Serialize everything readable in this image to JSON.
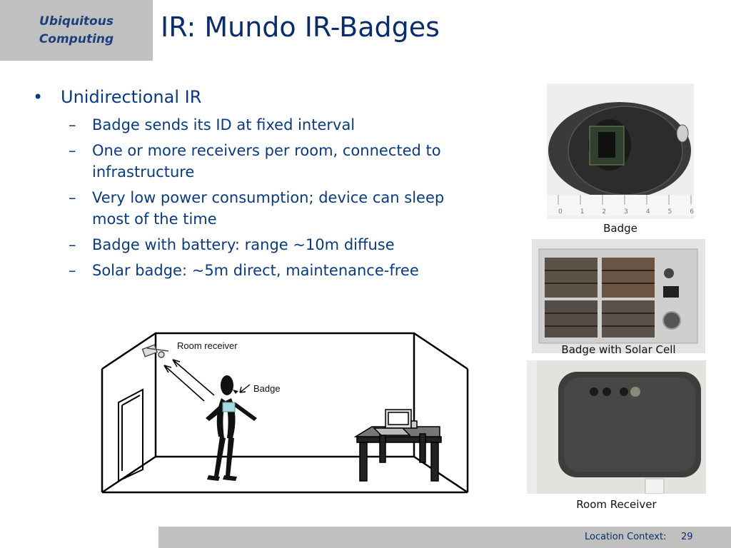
{
  "header": {
    "brand_line1": "Ubiquitous",
    "brand_line2": "Computing",
    "title": "IR: Mundo IR-Badges"
  },
  "content": {
    "main_bullet": "Unidirectional IR",
    "sub_bullets": [
      "Badge sends its ID at fixed interval",
      "One or more receivers per room, connected to infrastructure",
      "Very low power consumption; device can sleep most of the time",
      "Badge with battery: range ~10m diffuse",
      "Solar badge: ~5m direct, maintenance-free"
    ]
  },
  "diagram": {
    "room_receiver_label": "Room receiver",
    "badge_label": "Badge"
  },
  "photos": {
    "badge_caption": "Badge",
    "solar_caption": "Badge with Solar Cell",
    "receiver_caption": "Room Receiver",
    "ruler_digits": "0 1 2 3 4 5 6"
  },
  "footer": {
    "label": "Location Context:",
    "page": "29"
  }
}
